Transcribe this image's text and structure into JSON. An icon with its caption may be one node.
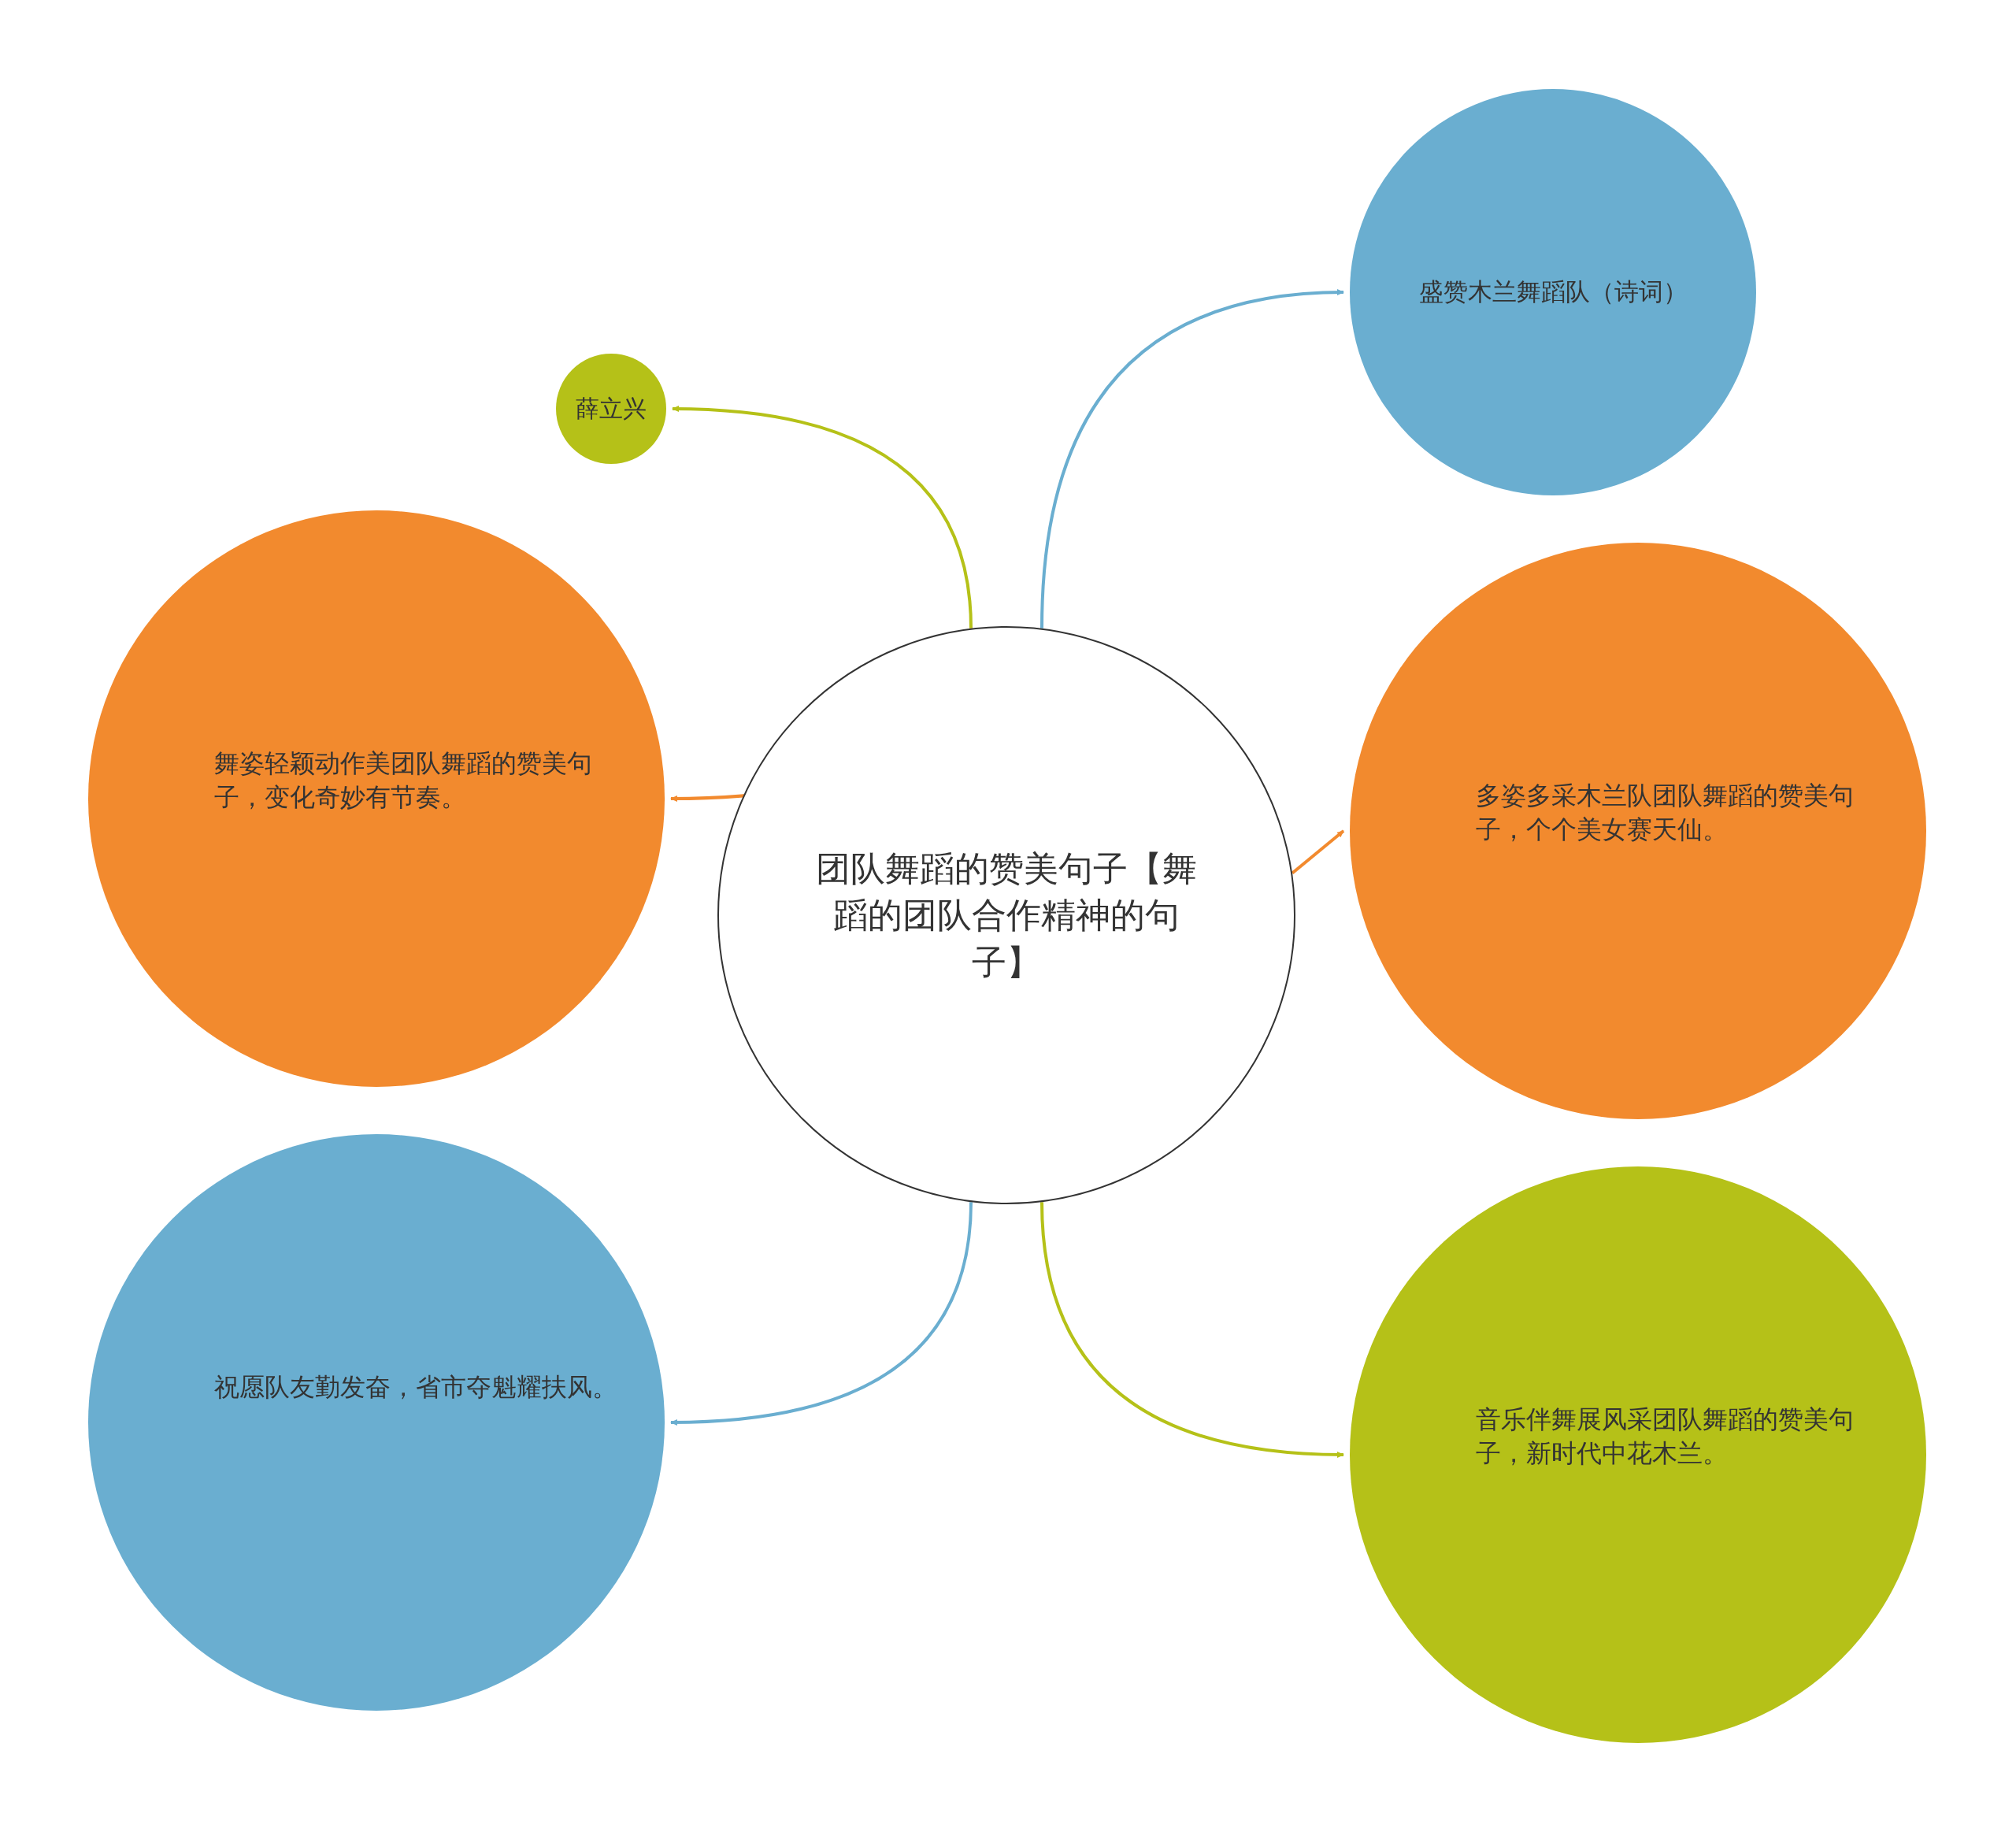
{
  "diagram": {
    "nodes": [
      {
        "text": [
          "团队舞蹈的赞美句子【舞蹈的团队合作精神的句子】"
        ]
      },
      {
        "text": [
          "薛立兴"
        ]
      },
      {
        "text": [
          "盛赞木兰舞蹈队（诗词）"
        ]
      },
      {
        "text": [
          "舞姿轻颖动作美团队舞蹈的赞美句子，变化奇妙有节奏。"
        ]
      },
      {
        "text": [
          "多姿多采木兰队团队舞蹈的赞美句子，个个美女赛天仙。"
        ]
      },
      {
        "text": [
          "祝愿队友勤发奋，省市夺魁耀扶风。"
        ]
      },
      {
        "text": [
          "音乐伴舞展风采团队舞蹈的赞美句子，新时代中花木兰。"
        ]
      }
    ],
    "edges": [
      {
        "from": 0,
        "to": 1,
        "arrow": "to",
        "color": "#b5c118"
      },
      {
        "from": 0,
        "to": 2,
        "arrow": "to",
        "color": "#6aaed0"
      },
      {
        "from": 0,
        "to": 3,
        "arrow": "to",
        "color": "#f28a2e"
      },
      {
        "from": 0,
        "to": 4,
        "arrow": "to",
        "color": "#f28a2e"
      },
      {
        "from": 0,
        "to": 5,
        "arrow": "to",
        "color": "#6aaed0"
      },
      {
        "from": 0,
        "to": 6,
        "arrow": "to",
        "color": "#b5c118"
      }
    ]
  }
}
